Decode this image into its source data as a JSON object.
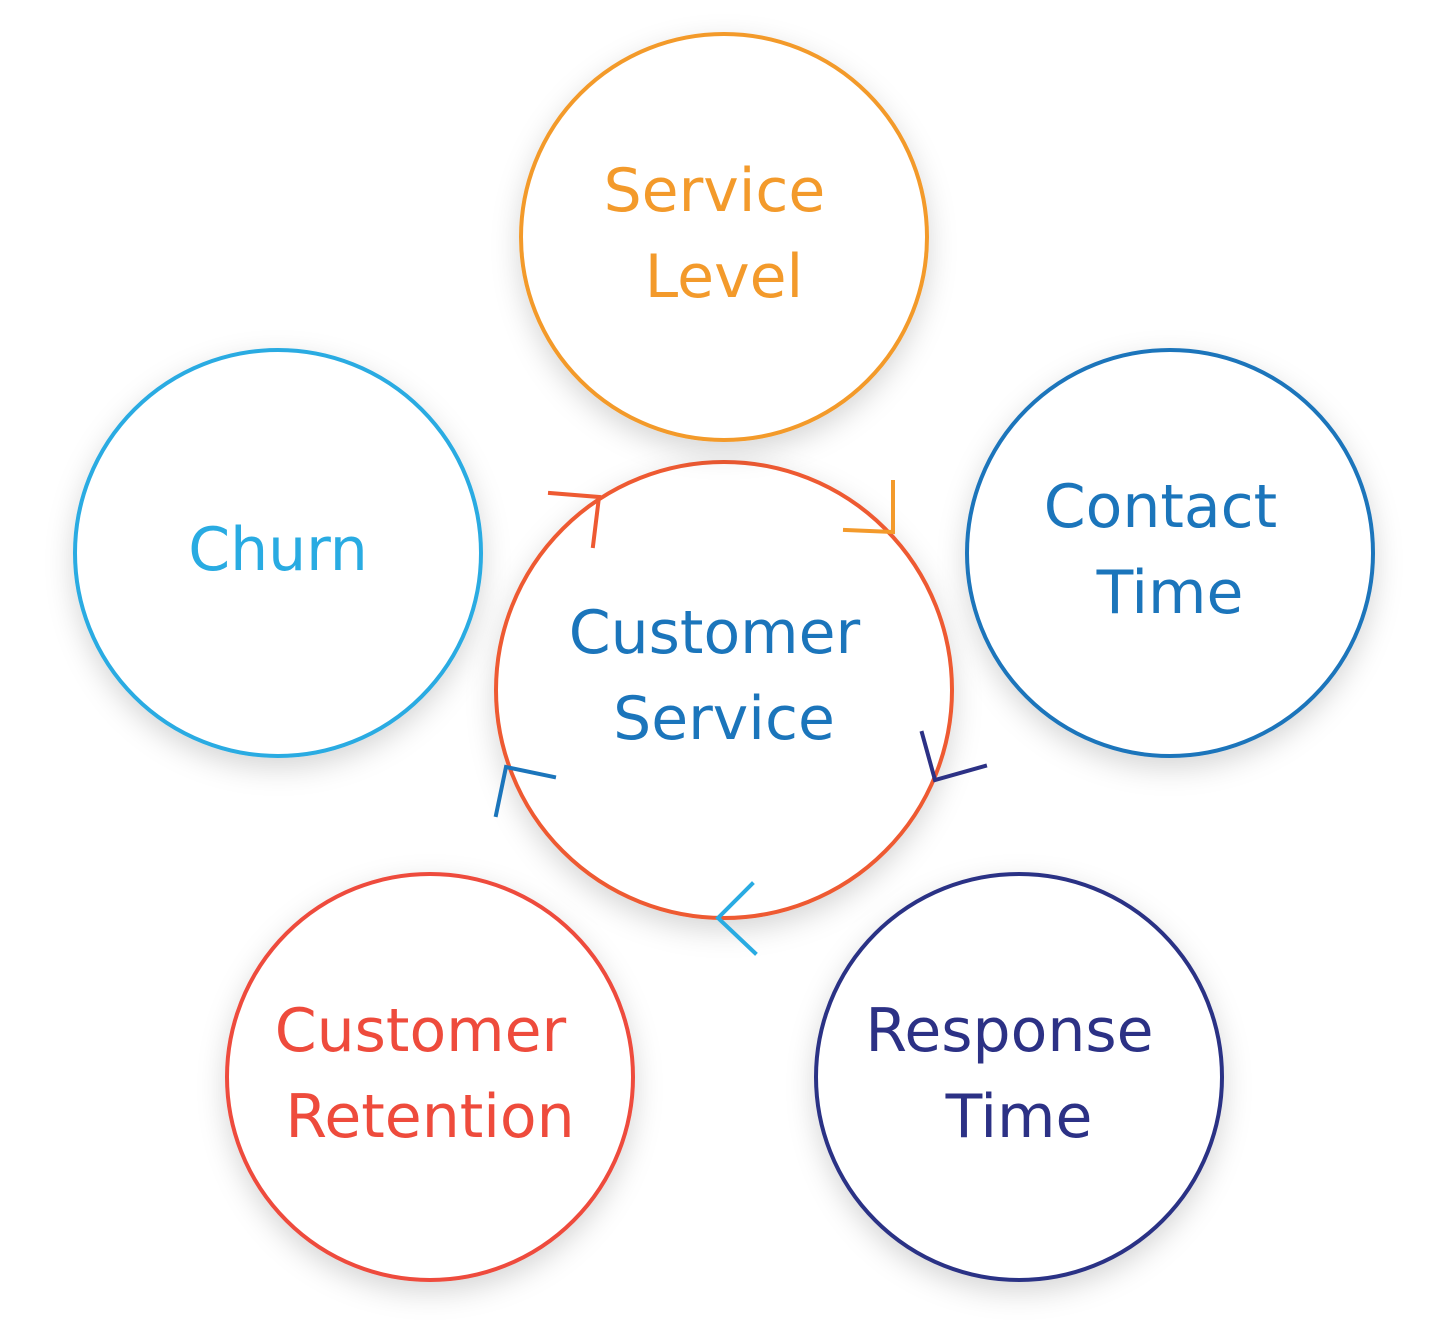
{
  "diagram": {
    "center": {
      "lines": [
        "Customer",
        "Service"
      ],
      "text_color": "#1b75bb",
      "ring_color": "#ee5a32"
    },
    "nodes": [
      {
        "id": "service-level",
        "lines": [
          "Service",
          "Level"
        ],
        "color": "#f39a2b"
      },
      {
        "id": "contact-time",
        "lines": [
          "Contact",
          "Time"
        ],
        "color": "#1b75bb"
      },
      {
        "id": "response-time",
        "lines": [
          "Response",
          "Time"
        ],
        "color": "#2c3185"
      },
      {
        "id": "customer-retention",
        "lines": [
          "Customer",
          "Retention"
        ],
        "color": "#ee4b3c"
      },
      {
        "id": "churn",
        "lines": [
          "Churn"
        ],
        "color": "#29abe2"
      }
    ],
    "arrows": [
      {
        "id": "arrow-top-right",
        "color": "#f39a2b"
      },
      {
        "id": "arrow-right",
        "color": "#2c3185"
      },
      {
        "id": "arrow-bottom",
        "color": "#29abe2"
      },
      {
        "id": "arrow-left",
        "color": "#1b75bb"
      },
      {
        "id": "arrow-top-left",
        "color": "#ee5a32"
      }
    ]
  }
}
